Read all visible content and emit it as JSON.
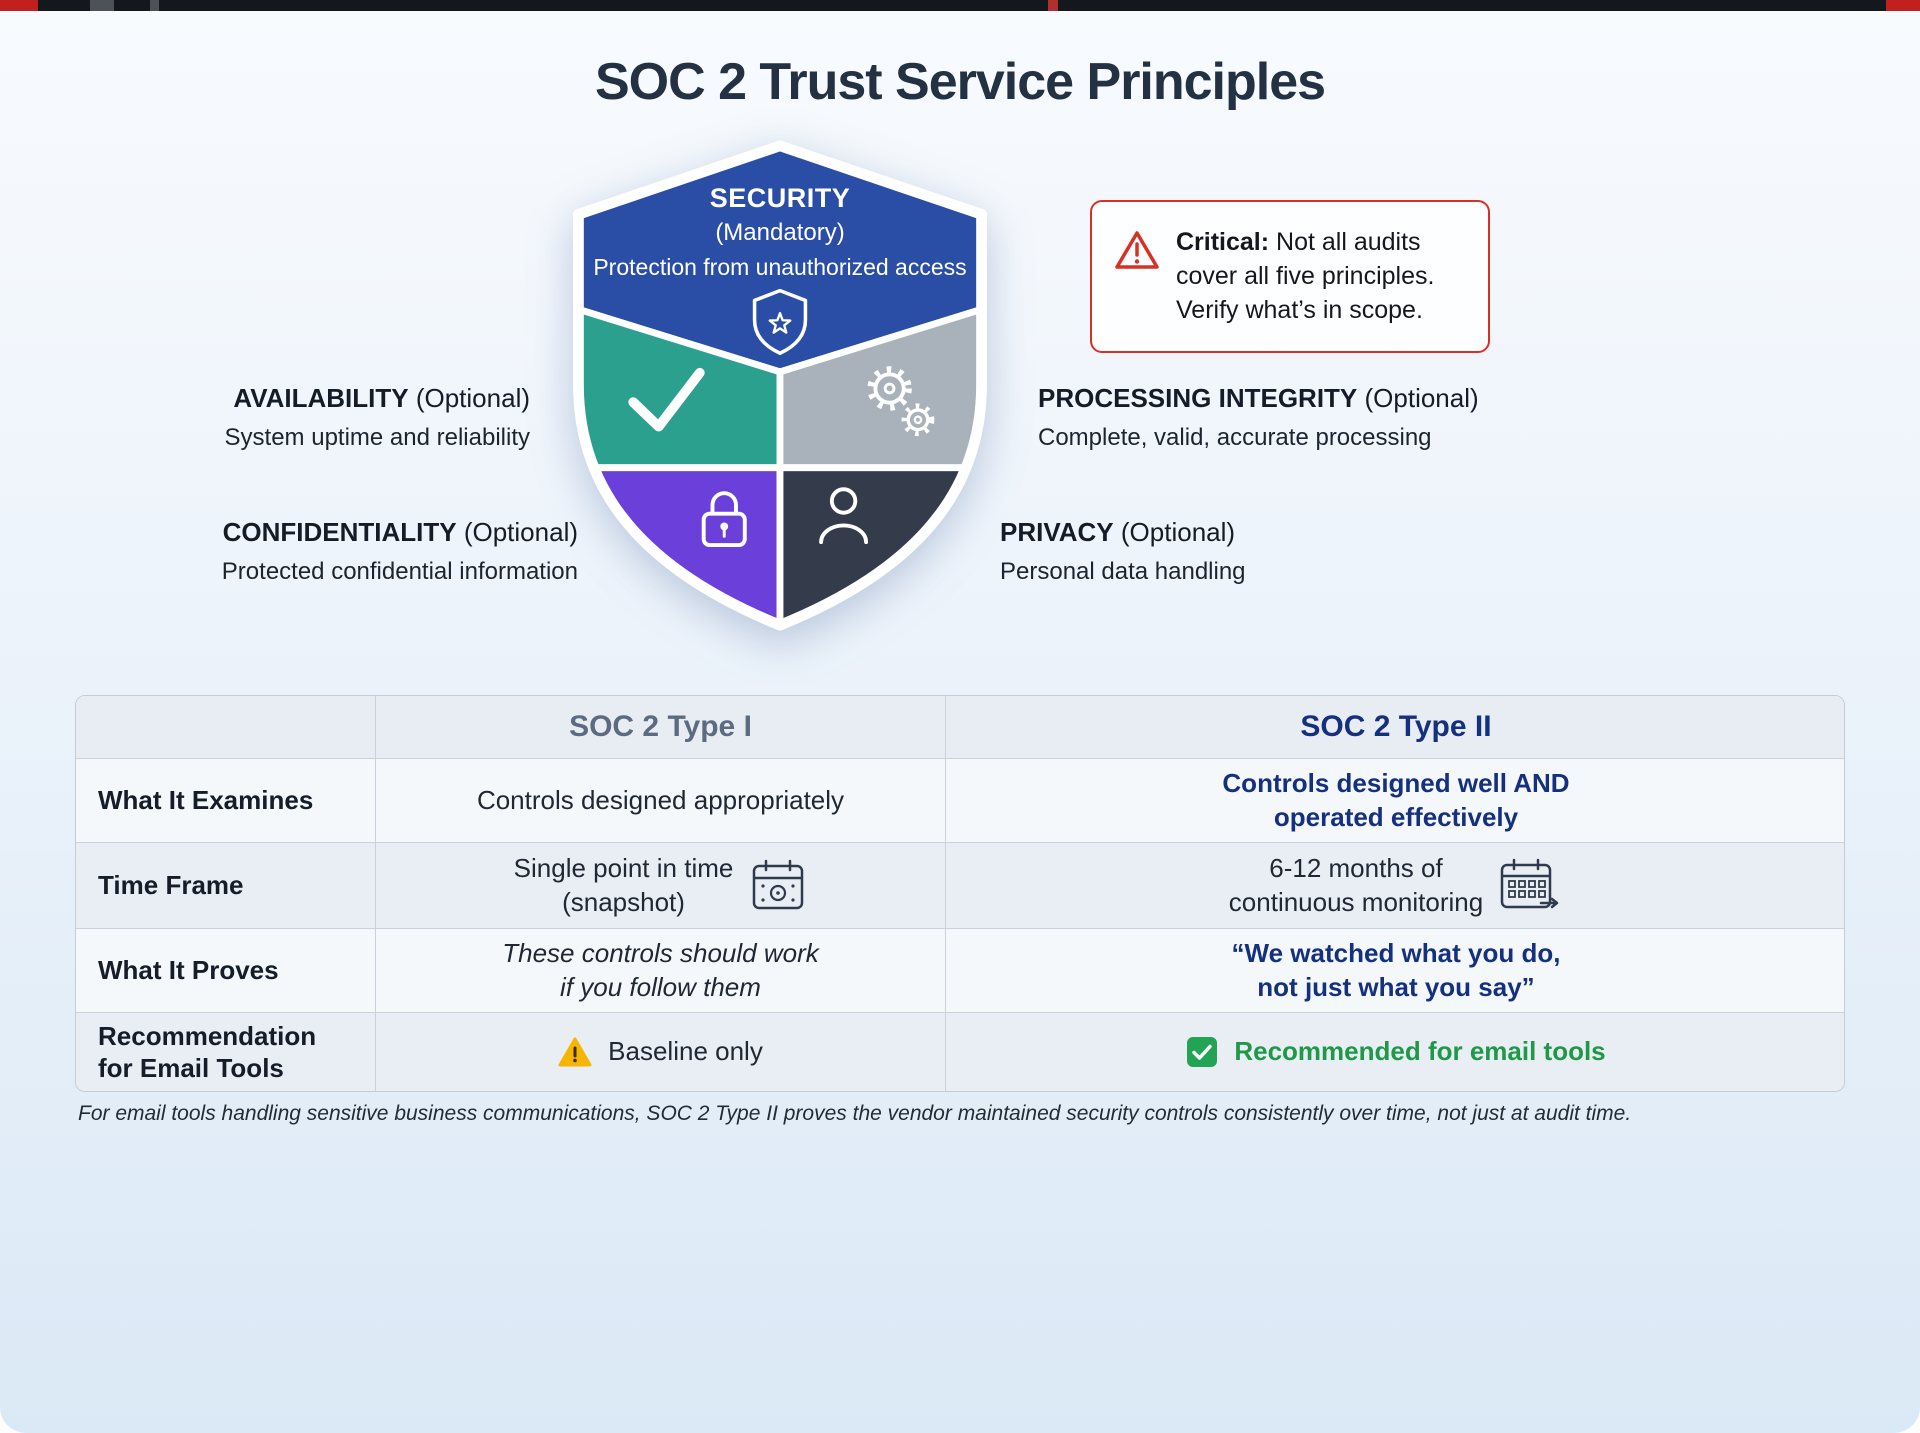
{
  "title": "SOC 2 Trust Service Principles",
  "principles": {
    "security": {
      "name": "SECURITY",
      "qualifier": "(Mandatory)",
      "desc": "Protection from unauthorized access",
      "color": "#2a4da6",
      "icon": "shield-star-icon"
    },
    "availability": {
      "name": "AVAILABILITY",
      "qualifier": "(Optional)",
      "desc": "System uptime and reliability",
      "color": "#2ca08f",
      "icon": "checkmark-icon"
    },
    "processing_integrity": {
      "name": "PROCESSING INTEGRITY",
      "qualifier": "(Optional)",
      "desc": "Complete, valid, accurate processing",
      "color": "#a9b2ba",
      "icon": "gears-icon"
    },
    "confidentiality": {
      "name": "CONFIDENTIALITY",
      "qualifier": "(Optional)",
      "desc": "Protected confidential information",
      "color": "#6b3fd9",
      "icon": "padlock-icon"
    },
    "privacy": {
      "name": "PRIVACY",
      "qualifier": "(Optional)",
      "desc": "Personal data handling",
      "color": "#343b4a",
      "icon": "person-icon"
    }
  },
  "warning": {
    "icon": "warning-triangle-icon",
    "lead": "Critical:",
    "text": " Not all audits cover all five principles. Verify what’s in scope."
  },
  "comparison_table": {
    "columns": [
      "",
      "SOC 2 Type I",
      "SOC 2 Type II"
    ],
    "rows": [
      {
        "label": "What It Examines",
        "type1": "Controls designed appropriately",
        "type2": "Controls designed well AND\noperated effectively"
      },
      {
        "label": "Time Frame",
        "type1": "Single point in time\n(snapshot)",
        "type1_icon": "calendar-snapshot-icon",
        "type2": "6-12 months of\ncontinuous monitoring",
        "type2_icon": "calendar-monitoring-arrow-icon"
      },
      {
        "label": "What It Proves",
        "type1": "These controls should work\nif you follow them",
        "type2": "“We watched what you do,\nnot just what you say”"
      },
      {
        "label": "Recommendation\nfor Email Tools",
        "type1": "Baseline only",
        "type1_icon": "caution-triangle-icon",
        "type2": "Recommended for email tools",
        "type2_icon": "green-check-icon"
      }
    ]
  },
  "footer_note": "For email tools handling sensitive business communications, SOC 2 Type II proves the vendor maintained security controls consistently over time, not just at audit time.",
  "colors": {
    "accent_blue": "#14307e",
    "warning_red": "#d93025",
    "success_green": "#1f9948",
    "caution_yellow": "#f7b500"
  }
}
